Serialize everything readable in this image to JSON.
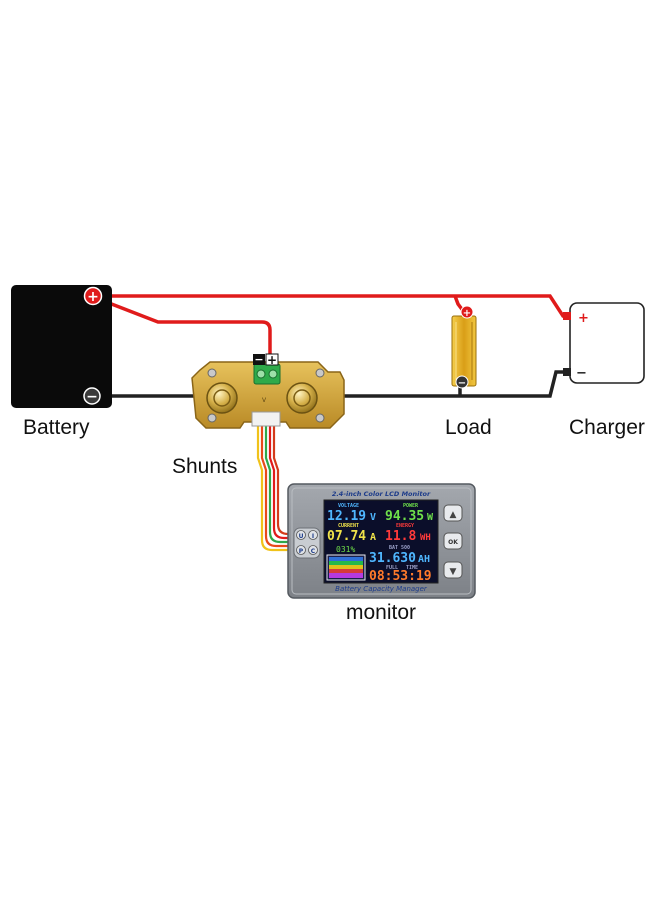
{
  "labels": {
    "battery": "Battery",
    "shunts": "Shunts",
    "load": "Load",
    "charger": "Charger",
    "monitor": "monitor"
  },
  "terminals": {
    "plus": "+",
    "minus": "−"
  },
  "monitor_device": {
    "header": "2.4-inch Color LCD Monitor",
    "footer": "Battery Capacity Manager",
    "screen": {
      "voltage_label": "VOLTAGE",
      "voltage_value": "12.19",
      "voltage_unit": "V",
      "power_label": "POWER",
      "power_value": "94.35",
      "power_unit": "W",
      "current_label": "CURRENT",
      "current_value": "07.74",
      "current_unit": "A",
      "energy_label": "ENERGY",
      "energy_value": "11.8",
      "energy_unit": "WH",
      "percent": "031%",
      "bat_label": "BAT 500",
      "capacity_value": "31.630",
      "capacity_unit": "AH",
      "full_label": "FULL",
      "time_label": "TIME",
      "time_value": "08:53:19"
    },
    "left_buttons": [
      "U",
      "I",
      "P",
      "C"
    ],
    "right_buttons": {
      "up": "▲",
      "ok": "OK",
      "down": "▼"
    }
  },
  "colors": {
    "wire_positive": "#e01b1b",
    "wire_negative": "#222222",
    "battery_body": "#0a0a0a",
    "shunt_body": "#d8a93a",
    "terminal_block": "#2faa4a",
    "load_resistor": "#e6b21e",
    "monitor_body": "#8f9399",
    "lcd_background": "#0b0e2a",
    "voltage_color": "#4fb6ff",
    "power_color": "#6fe04a",
    "current_color": "#f0e24a",
    "energy_color": "#ff3a3a",
    "capacity_color": "#4fb6ff",
    "time_color": "#ff7a2a"
  }
}
